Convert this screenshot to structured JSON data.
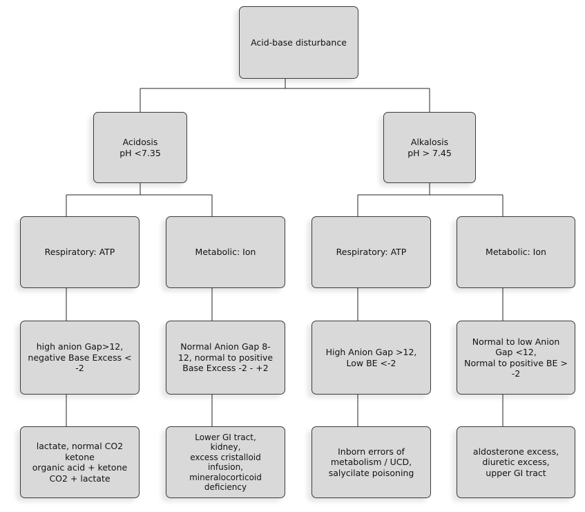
{
  "root": "Acid-base disturbance",
  "acidosis": {
    "title": "Acidosis\npH <7.35",
    "respiratory": {
      "label": "Respiratory: ATP",
      "criteria": "high anion Gap>12,\nnegative Base Excess <\n-2",
      "causes": "lactate, normal CO2\nketone\norganic acid + ketone\nCO2 + lactate"
    },
    "metabolic": {
      "label": "Metabolic: Ion",
      "criteria": "Normal Anion Gap 8-\n12, normal to positive\nBase Excess -2 - +2",
      "causes": "Lower GI tract,\nkidney,\nexcess cristalloid\ninfusion,\nmineralocorticoid\ndeficiency"
    }
  },
  "alkalosis": {
    "title": "Alkalosis\npH > 7.45",
    "respiratory": {
      "label": "Respiratory: ATP",
      "criteria": "High Anion Gap >12,\nLow BE <-2",
      "causes": "Inborn errors of\nmetabolism / UCD,\nsalycilate poisoning"
    },
    "metabolic": {
      "label": "Metabolic: Ion",
      "criteria": "Normal to low Anion\nGap <12,\nNormal to positive BE >\n-2",
      "causes": "aldosterone excess,\ndiuretic excess,\nupper GI tract"
    }
  }
}
